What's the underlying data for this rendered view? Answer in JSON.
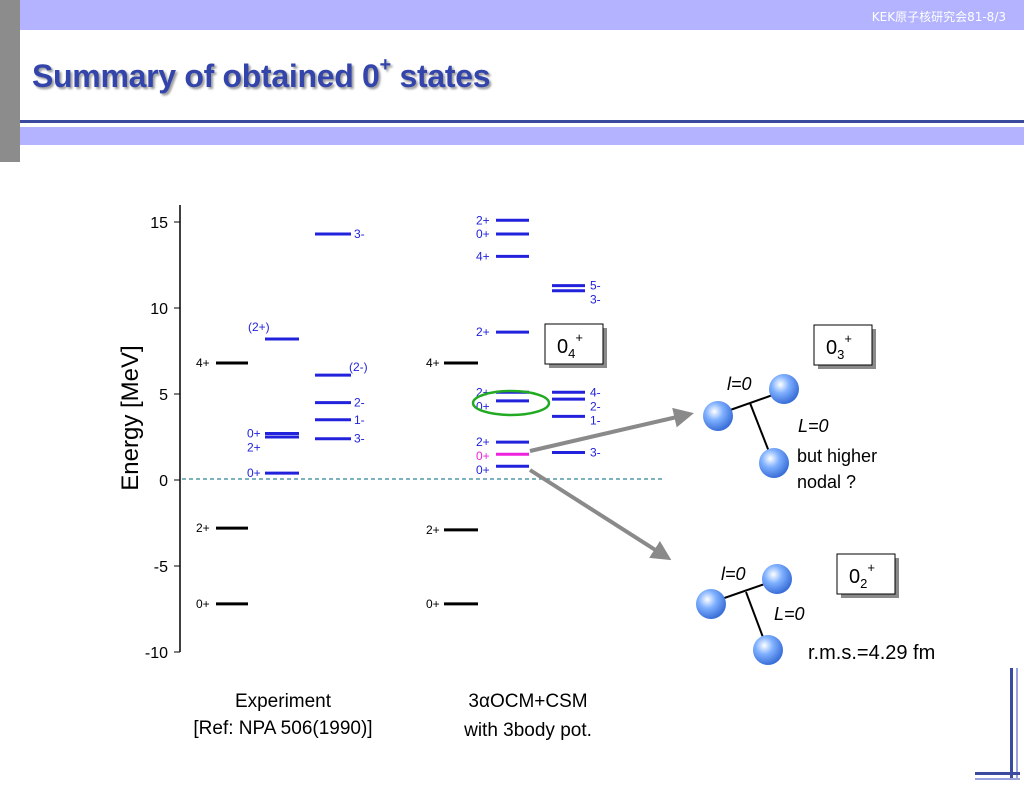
{
  "header": {
    "tag": "KEK原子核研究会81-8/3"
  },
  "title": {
    "text": "Summary of obtained 0",
    "sup": "+",
    "suffix": " states"
  },
  "chart": {
    "ylabel": "Energy  [MeV]",
    "yticks": [
      "15",
      "10",
      "5",
      "0",
      "-5",
      "-10"
    ],
    "caption_exp_1": "Experiment",
    "caption_exp_2": "[Ref: NPA 506(1990)]",
    "caption_calc_1": "3αOCM+CSM",
    "caption_calc_2": "with 3body pot."
  },
  "chart_data": {
    "type": "level-scheme",
    "ylim": [
      -10,
      15
    ],
    "columns": [
      {
        "levels": [
          {
            "e": 6.8,
            "label": "4+",
            "color": "#000000"
          },
          {
            "e": -2.8,
            "label": "2+",
            "color": "#000000"
          },
          {
            "e": -7.2,
            "label": "0+",
            "color": "#000000"
          }
        ]
      },
      {
        "levels": [
          {
            "e": 8.2,
            "label": "(2+)",
            "color": "#2222dd"
          },
          {
            "e": 2.7,
            "label": "0+",
            "color": "#2222dd"
          },
          {
            "e": 2.5,
            "label": "2+",
            "color": "#2222dd"
          },
          {
            "e": 0.4,
            "label": "0+",
            "color": "#2222dd"
          }
        ]
      },
      {
        "levels": [
          {
            "e": 14.3,
            "label": "3-",
            "color": "#2222dd"
          },
          {
            "e": 6.1,
            "label": "(2-)",
            "color": "#2222dd"
          },
          {
            "e": 4.5,
            "label": "2-",
            "color": "#2222dd"
          },
          {
            "e": 3.5,
            "label": "1-",
            "color": "#2222dd"
          },
          {
            "e": 2.4,
            "label": "3-",
            "color": "#2222dd"
          }
        ]
      },
      {
        "levels": [
          {
            "e": 6.8,
            "label": "4+",
            "color": "#000000"
          },
          {
            "e": -2.9,
            "label": "2+",
            "color": "#000000"
          },
          {
            "e": -7.2,
            "label": "0+",
            "color": "#000000"
          }
        ]
      },
      {
        "levels": [
          {
            "e": 15.1,
            "label": "2+",
            "color": "#2222dd"
          },
          {
            "e": 14.3,
            "label": "0+",
            "color": "#2222dd"
          },
          {
            "e": 13.0,
            "label": "4+",
            "color": "#2222dd"
          },
          {
            "e": 8.6,
            "label": "2+",
            "color": "#2222dd"
          },
          {
            "e": 5.1,
            "label": "2+",
            "color": "#2222dd"
          },
          {
            "e": 4.6,
            "label": "0+",
            "color": "#2222dd"
          },
          {
            "e": 2.2,
            "label": "2+",
            "color": "#2222dd"
          },
          {
            "e": 1.5,
            "label": "0+",
            "color": "#ee22dd"
          },
          {
            "e": 0.8,
            "label": "0+",
            "color": "#2222dd"
          }
        ]
      },
      {
        "levels": [
          {
            "e": 11.3,
            "label": "5-",
            "color": "#2222dd"
          },
          {
            "e": 11.0,
            "label": "3-",
            "color": "#2222dd"
          },
          {
            "e": 5.1,
            "label": "4-",
            "color": "#2222dd"
          },
          {
            "e": 4.7,
            "label": "2-",
            "color": "#2222dd"
          },
          {
            "e": 3.7,
            "label": "1-",
            "color": "#2222dd"
          },
          {
            "e": 1.6,
            "label": "3-",
            "color": "#2222dd"
          }
        ]
      }
    ],
    "zero_line": {
      "style": "dashed",
      "color": "#5599aa"
    }
  },
  "boxes": {
    "b04": {
      "base": "0",
      "sub": "4",
      "sup": "+"
    },
    "b03": {
      "base": "0",
      "sub": "3",
      "sup": "+"
    },
    "b02": {
      "base": "0",
      "sub": "2",
      "sup": "+"
    }
  },
  "annotations": {
    "upper_l": "l=0",
    "upper_L": "L=0",
    "upper_note1": "but higher",
    "upper_note2": "nodal ?",
    "lower_l": "l=0",
    "lower_L": "L=0",
    "lower_rms": "r.m.s.=4.29 fm"
  },
  "colors": {
    "accent": "#3344aa",
    "band": "#b3b3ff",
    "sphere": "#4d8bf0",
    "highlight": "#22aa22"
  }
}
